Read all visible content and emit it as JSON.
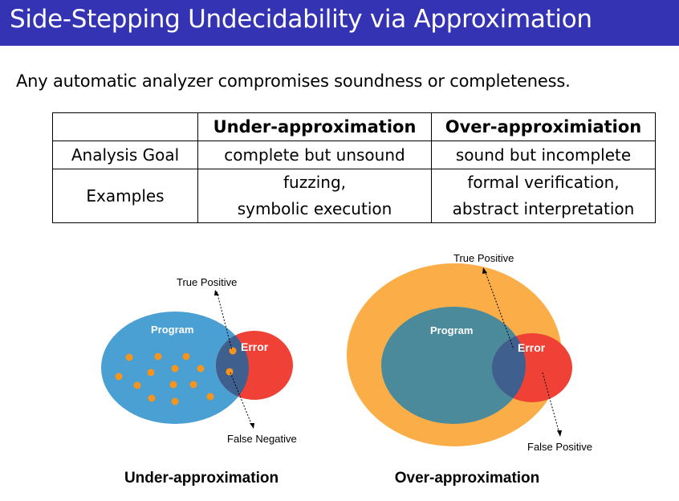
{
  "slide": {
    "title": "Side-Stepping Undecidability via Approximation",
    "intro": "Any automatic analyzer compromises soundness or completeness."
  },
  "table": {
    "headers": [
      "",
      "Under-approximation",
      "Over-approximiation"
    ],
    "rows": [
      {
        "label": "Analysis Goal",
        "under": "complete but unsound",
        "over": "sound but incomplete"
      },
      {
        "label": "Examples",
        "under_lines": [
          "fuzzing,",
          "symbolic execution"
        ],
        "over_lines": [
          "formal verification,",
          "abstract interpretation"
        ]
      }
    ]
  },
  "diagrams": {
    "under": {
      "program_label": "Program",
      "error_label": "Error",
      "true_positive_label": "True Positive",
      "false_negative_label": "False Negative",
      "caption": "Under-approximation"
    },
    "over": {
      "program_label": "Program",
      "error_label": "Error",
      "true_positive_label": "True Positive",
      "false_positive_label": "False Positive",
      "caption": "Over-approximation"
    }
  },
  "colors": {
    "title_bar": "#3333b3",
    "program_blue": "#4a9fd3",
    "error_red": "#ef4136",
    "overlap_dark": "#3f5f8e",
    "approx_orange": "#fbae47",
    "program_teal": "#4a8a9a",
    "dot_orange": "#f7941d"
  }
}
